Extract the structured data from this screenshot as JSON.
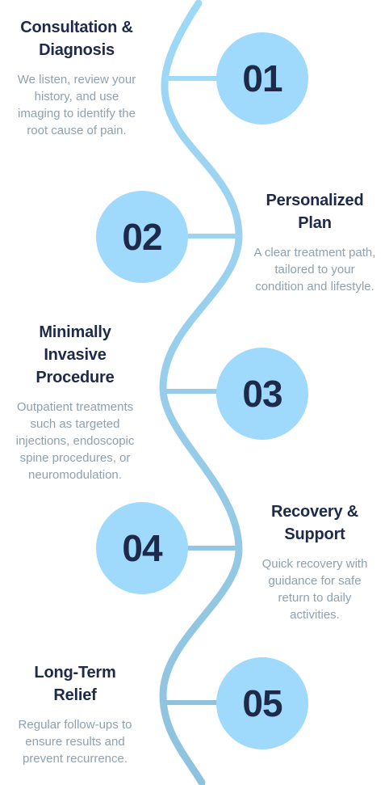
{
  "steps": [
    {
      "number": "01",
      "title": "Consultation & Diagnosis",
      "description": "We listen, review your history, and use imaging to identify the root cause of pain."
    },
    {
      "number": "02",
      "title": "Personalized Plan",
      "description": "A clear treatment path, tailored to your condition and lifestyle."
    },
    {
      "number": "03",
      "title": "Minimally Invasive Procedure",
      "description": "Outpatient treatments such as targeted injections, endoscopic spine procedures, or neuromodulation."
    },
    {
      "number": "04",
      "title": "Recovery & Support",
      "description": "Quick recovery with guidance for safe return to daily activities."
    },
    {
      "number": "05",
      "title": "Long-Term Relief",
      "description": "Regular follow-ups to ensure results and prevent recurrence."
    }
  ],
  "colors": {
    "line_top": "#9fd9f8",
    "line_bottom": "#8fc2dc",
    "badge": "#9fd9fb",
    "title": "#1e2a4a",
    "description": "#8da1b0"
  }
}
